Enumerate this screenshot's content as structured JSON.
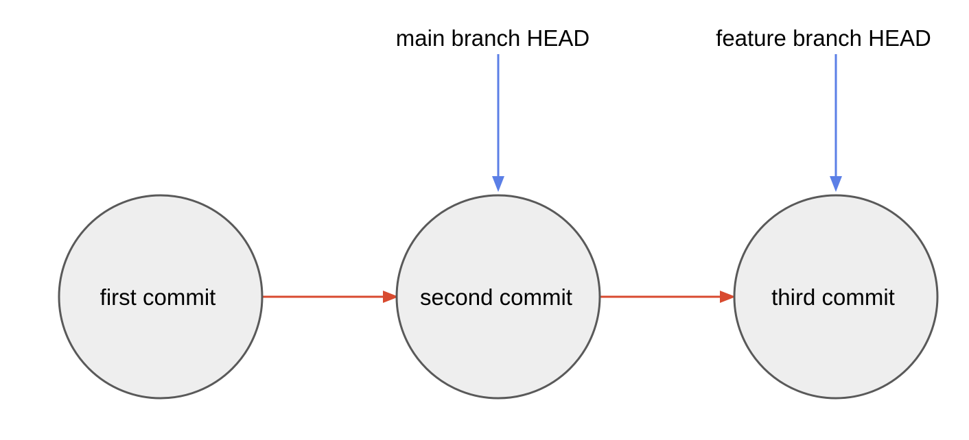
{
  "nodes": [
    {
      "id": "first",
      "label": "first commit"
    },
    {
      "id": "second",
      "label": "second commit"
    },
    {
      "id": "third",
      "label": "third commit"
    }
  ],
  "edges": [
    {
      "from": "first",
      "to": "second"
    },
    {
      "from": "second",
      "to": "third"
    }
  ],
  "pointers": [
    {
      "label": "main branch HEAD",
      "target": "second"
    },
    {
      "label": "feature branch HEAD",
      "target": "third"
    }
  ],
  "colors": {
    "node_fill": "#eeeeee",
    "node_stroke": "#595959",
    "edge": "#d84a2f",
    "pointer": "#5b7fe6",
    "text": "#000000"
  }
}
